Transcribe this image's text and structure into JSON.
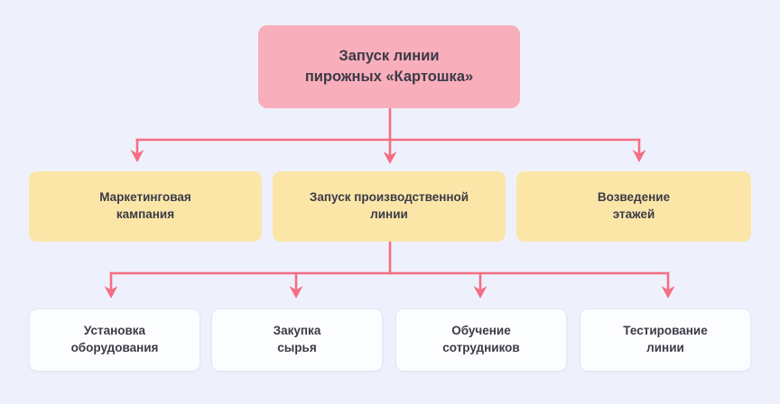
{
  "diagram": {
    "title_text": "Запуск линии\nпирожных «Картошка»",
    "background_color": "#eef1fb",
    "connector_color": "#f46e83",
    "root": {
      "label": "Запуск линии\nпирожных «Картошка»",
      "fill_color": "#f9aebb",
      "text_color": "#3b3b46"
    },
    "level2": [
      {
        "label": "Маркетинговая\nкампания",
        "fill_color": "#fbe6a8"
      },
      {
        "label": "Запуск производственной\nлинии",
        "fill_color": "#fbe6a8"
      },
      {
        "label": "Возведение\nэтажей",
        "fill_color": "#fbe6a8"
      }
    ],
    "level3": [
      {
        "label": "Установка\nоборудования",
        "fill_color": "#fcfdff"
      },
      {
        "label": "Закупка\nсырья",
        "fill_color": "#fcfdff"
      },
      {
        "label": "Обучение\nсотрудников",
        "fill_color": "#fcfdff"
      },
      {
        "label": "Тестирование\nлинии",
        "fill_color": "#fcfdff"
      }
    ]
  }
}
